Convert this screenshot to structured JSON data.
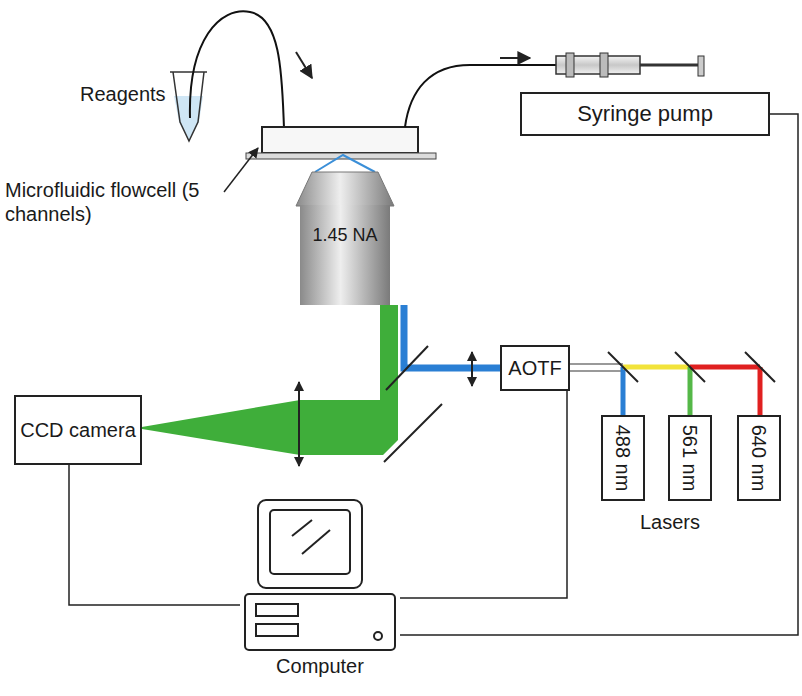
{
  "diagram": {
    "nodes": [
      {
        "text": [
          "Syringe pump"
        ]
      },
      {
        "text": [
          "1.45 NA"
        ]
      },
      {
        "text": [
          "CCD camera"
        ]
      },
      {
        "text": [
          "AOTF"
        ]
      },
      {
        "text": [
          "488 nm"
        ]
      },
      {
        "text": [
          "561 nm"
        ]
      },
      {
        "text": [
          "640 nm"
        ]
      },
      {
        "text": [
          "Computer"
        ]
      }
    ],
    "edges": [
      {
        "from": 2,
        "to": 7,
        "arrow": "none"
      },
      {
        "from": 3,
        "to": 7,
        "arrow": "none"
      },
      {
        "from": 0,
        "to": 7,
        "arrow": "none"
      }
    ],
    "labels": [
      "Reagents",
      "Microfluidic flowcell (5 channels)",
      "Lasers"
    ]
  }
}
